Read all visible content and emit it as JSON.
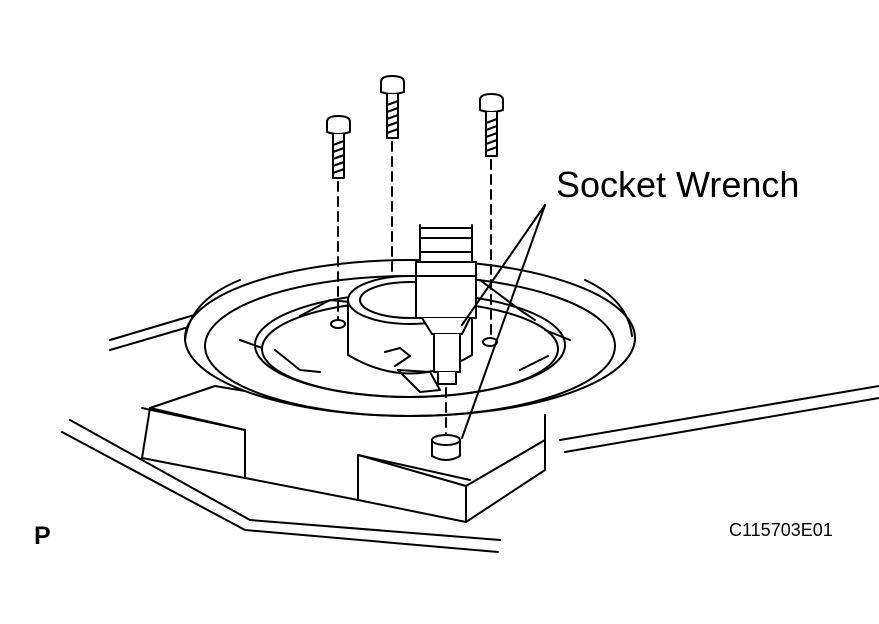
{
  "callout": {
    "label": "Socket Wrench"
  },
  "view_letter": "P",
  "figure_code": "C115703E01",
  "components": {
    "bolts": 3,
    "tool": "socket-wrench"
  },
  "colors": {
    "ink": "#000000",
    "paper": "#ffffff"
  }
}
